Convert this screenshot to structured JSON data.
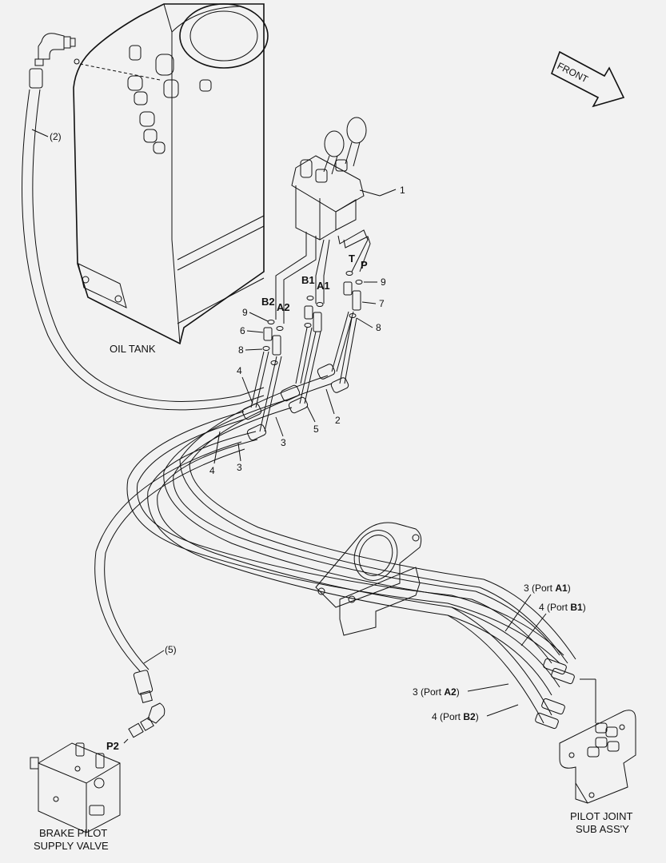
{
  "direction": {
    "text": "FRONT"
  },
  "components": {
    "oil_tank": "OIL TANK",
    "brake_valve_line1": "BRAKE PILOT",
    "brake_valve_line2": "SUPPLY VALVE",
    "pilot_joint_line1": "PILOT JOINT",
    "pilot_joint_line2": "SUB ASS'Y"
  },
  "ports": {
    "T": "T",
    "P": "P",
    "B1": "B1",
    "A1": "A1",
    "B2": "B2",
    "A2": "A2",
    "P2": "P2"
  },
  "callouts": {
    "c1": "1",
    "c2_paren": "(2)",
    "c5_paren": "(5)",
    "c9a": "9",
    "c6": "6",
    "c8a": "8",
    "c9b": "9",
    "c7": "7",
    "c8b": "8",
    "c4a": "4",
    "c2": "2",
    "c5": "5",
    "c3a": "3",
    "c4b": "4",
    "c3b": "3"
  },
  "hose_labels": {
    "a1": {
      "num": "3 (Port ",
      "port": "A1",
      "end": ")"
    },
    "b1": {
      "num": "4 (Port ",
      "port": "B1",
      "end": ")"
    },
    "a2": {
      "num": "3 (Port ",
      "port": "A2",
      "end": ")"
    },
    "b2": {
      "num": "4 (Port ",
      "port": "B2",
      "end": ")"
    }
  },
  "colors": {
    "background": "#f2f2f2",
    "line": "#111111"
  }
}
